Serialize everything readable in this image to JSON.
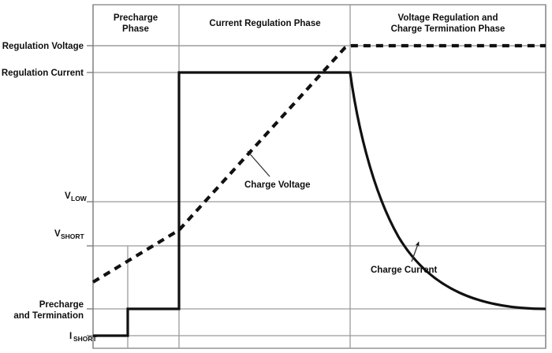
{
  "chart_data": {
    "type": "line",
    "title": "",
    "xlabel": "",
    "ylabel": "",
    "grid": true,
    "legend_position": "inline-annotations",
    "axis_tick_labels": [
      "Regulation Voltage",
      "Regulation Current",
      "V_LOW",
      "V_SHORT",
      "Precharge and Termination",
      "I_SHORT"
    ],
    "phase_boundaries_x": [
      118,
      227,
      444,
      692
    ],
    "y_levels": {
      "regulation_voltage": 58,
      "regulation_current": 92,
      "v_low": 256,
      "v_short": 312,
      "precharge_and_termination": 392,
      "i_short": 426,
      "baseline": 442
    },
    "series": [
      {
        "name": "Charge Voltage",
        "style": "dashed",
        "points": [
          [
            118,
            358
          ],
          [
            227,
            292
          ],
          [
            444,
            58
          ],
          [
            692,
            58
          ]
        ],
        "description": "Rises linearly through precharge and current-regulation phases, then clamps flat at the regulation voltage through the voltage regulation and charge termination phase."
      },
      {
        "name": "Charge Current",
        "style": "solid",
        "points": [
          [
            118,
            426
          ],
          [
            162,
            426
          ],
          [
            162,
            392
          ],
          [
            227,
            392
          ],
          [
            227,
            92
          ],
          [
            444,
            92
          ],
          [
            692,
            392
          ]
        ],
        "description": "Steps from I_SHORT up to the precharge and termination level, jumps to the regulation current for the constant-current phase, then decays exponentially back to the termination level."
      }
    ]
  },
  "axis": {
    "regulation_voltage": "Regulation Voltage",
    "regulation_current": "Regulation Current",
    "v_low_main": "V",
    "v_low_sub": "LOW",
    "v_short_main": "V",
    "v_short_sub": "SHORT",
    "precharge_line1": "Precharge",
    "precharge_line2": "and Termination",
    "i_short_main": "I",
    "i_short_sub": "SHORT"
  },
  "phases": [
    {
      "id": "precharge",
      "line1": "Precharge",
      "line2": "Phase"
    },
    {
      "id": "current-regulation",
      "line1": "Current Regulation Phase",
      "line2": ""
    },
    {
      "id": "voltage-regulation",
      "line1": "Voltage Regulation and",
      "line2": "Charge Termination Phase"
    }
  ],
  "annotations": [
    {
      "id": "charge-voltage",
      "label": "Charge Voltage"
    },
    {
      "id": "charge-current",
      "label": "Charge Current"
    }
  ],
  "colors": {
    "curve": "#111111",
    "grid": "#9a9a9a",
    "frame": "#8c8c8c",
    "text": "#0f0f0f",
    "background": "#ffffff"
  }
}
